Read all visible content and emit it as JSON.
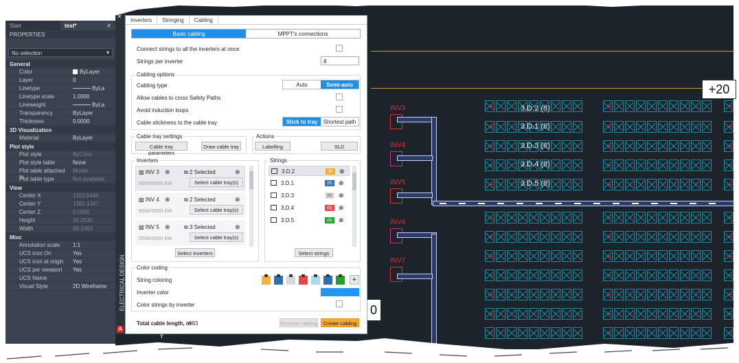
{
  "colors": {
    "accent": "#1e8fe6",
    "orange": "#f7a833",
    "inverter_color": "#2196f3"
  },
  "cad": {
    "inverter_labels": [
      "INV3",
      "INV4",
      "INV5",
      "INV6",
      "INV7"
    ],
    "string_labels": [
      "3.D.2 (8)",
      "3.D.1 (8)",
      "3.D.3 (8)",
      "3.D.4 (8)",
      "3.D.5 (8)"
    ],
    "plus_label": "+20",
    "zero_label": "0",
    "y_axis": "Y"
  },
  "props_panel": {
    "tabs": [
      "Start",
      "test*"
    ],
    "title": "PROPERTIES",
    "selection": "No selection",
    "sections": [
      {
        "name": "General",
        "rows": [
          {
            "k": "Color",
            "v": "ByLayer",
            "type": "swatch"
          },
          {
            "k": "Layer",
            "v": "0"
          },
          {
            "k": "Linetype",
            "v": "ByLa",
            "type": "line"
          },
          {
            "k": "Linetype scale",
            "v": "1.0000"
          },
          {
            "k": "Lineweight",
            "v": "ByLa",
            "type": "line"
          },
          {
            "k": "Transparency",
            "v": "ByLayer"
          },
          {
            "k": "Thickness",
            "v": "0.0000"
          }
        ]
      },
      {
        "name": "3D Visualization",
        "rows": [
          {
            "k": "Material",
            "v": "ByLayer"
          }
        ]
      },
      {
        "name": "Plot style",
        "rows": [
          {
            "k": "Plot style",
            "v": "ByColor",
            "dim": true
          },
          {
            "k": "Plot style table",
            "v": "None"
          },
          {
            "k": "Plot table attached to",
            "v": "Model",
            "dim": true
          },
          {
            "k": "Plot table type",
            "v": "Not available",
            "dim": true
          }
        ]
      },
      {
        "name": "View",
        "rows": [
          {
            "k": "Center X",
            "v": "1163.5448",
            "dim": true
          },
          {
            "k": "Center Y",
            "v": "1381.1347",
            "dim": true
          },
          {
            "k": "Center Z",
            "v": "0.0000",
            "dim": true
          },
          {
            "k": "Height",
            "v": "35.2530",
            "dim": true
          },
          {
            "k": "Width",
            "v": "69.1063",
            "dim": true
          }
        ]
      },
      {
        "name": "Misc",
        "rows": [
          {
            "k": "Annotation scale",
            "v": "1:1"
          },
          {
            "k": "UCS icon On",
            "v": "Yes"
          },
          {
            "k": "UCS icon at origin",
            "v": "Yes"
          },
          {
            "k": "UCS per viewport",
            "v": "Yes"
          },
          {
            "k": "UCS Name",
            "v": ""
          },
          {
            "k": "Visual Style",
            "v": "2D Wireframe"
          }
        ]
      }
    ]
  },
  "ed_bar": {
    "title": "ELECTRICAL DESIGN",
    "close": "×",
    "logo": "A"
  },
  "dialog": {
    "tabs": [
      "Inverters",
      "Stringing",
      "Cabling"
    ],
    "mode_tabs": [
      "Basic cabling",
      "MPPT's connections"
    ],
    "connect_all_label": "Connect strings to all the inverters at once",
    "strings_per_inverter_label": "Strings per inverter",
    "strings_per_inverter_value": "8",
    "cabling_options_title": "Cabling options",
    "cabling_type_label": "Cabling type",
    "cabling_type_options": [
      "Auto",
      "Semi-auto"
    ],
    "allow_cables_label": "Allow  cables to cross Safety Paths",
    "avoid_loops_label": "Avoid induction loops",
    "stickiness_label": "Cable stickiness to the cable tray",
    "stickiness_options": [
      "Stick to tray",
      "Shortest path"
    ],
    "tray_settings_title": "Cable tray settings",
    "tray_params_button": "Cable tray parameters",
    "draw_tray_button": "Draw cable tray",
    "actions_title": "Actions",
    "labelling_button": "Labelling",
    "sld_button": "SLD",
    "inverters_title": "Inverters",
    "inverters": [
      {
        "name": "INV 3",
        "kw": "5000/5000 kW",
        "selected": "2 Selected",
        "button": "Select cable tray(s)"
      },
      {
        "name": "INV 4",
        "kw": "5000/5000 kW",
        "selected": "2 Selected",
        "button": "Select cable tray(s)"
      },
      {
        "name": "INV 5",
        "kw": "5000/5000 kW",
        "selected": "3 Selected",
        "button": "Select cable tray(s)"
      }
    ],
    "select_inverters_button": "Select inverters",
    "strings_title": "Strings",
    "strings": [
      {
        "name": "3.D.2",
        "badge": "(8)",
        "color": "#f7a833"
      },
      {
        "name": "3.D.1",
        "badge": "(8)",
        "color": "#2f6fb0"
      },
      {
        "name": "3.D.3",
        "badge": "(8)",
        "color": "#e0e0e0"
      },
      {
        "name": "3.D.4",
        "badge": "(8)",
        "color": "#e84545"
      },
      {
        "name": "3.D.5",
        "badge": "(8)",
        "color": "#22a02a"
      }
    ],
    "select_strings_button": "Select strings",
    "color_coding_title": "Color coding",
    "string_coloring_label": "String coloring",
    "string_swatches": [
      "#f7b23b",
      "#2f6fb0",
      "#d8d8d8",
      "#e84545",
      "#a9d6f2",
      "#2f6fb0",
      "#22a02a"
    ],
    "add_color": "+",
    "inverter_color_label": "Inverter color",
    "color_by_inverter_label": "Color strings by inverter",
    "total_length_label": "Total cable length, m",
    "total_length_value": "983",
    "remove_cabling_button": "Remove cabling",
    "create_cabling_button": "Create cabling"
  }
}
